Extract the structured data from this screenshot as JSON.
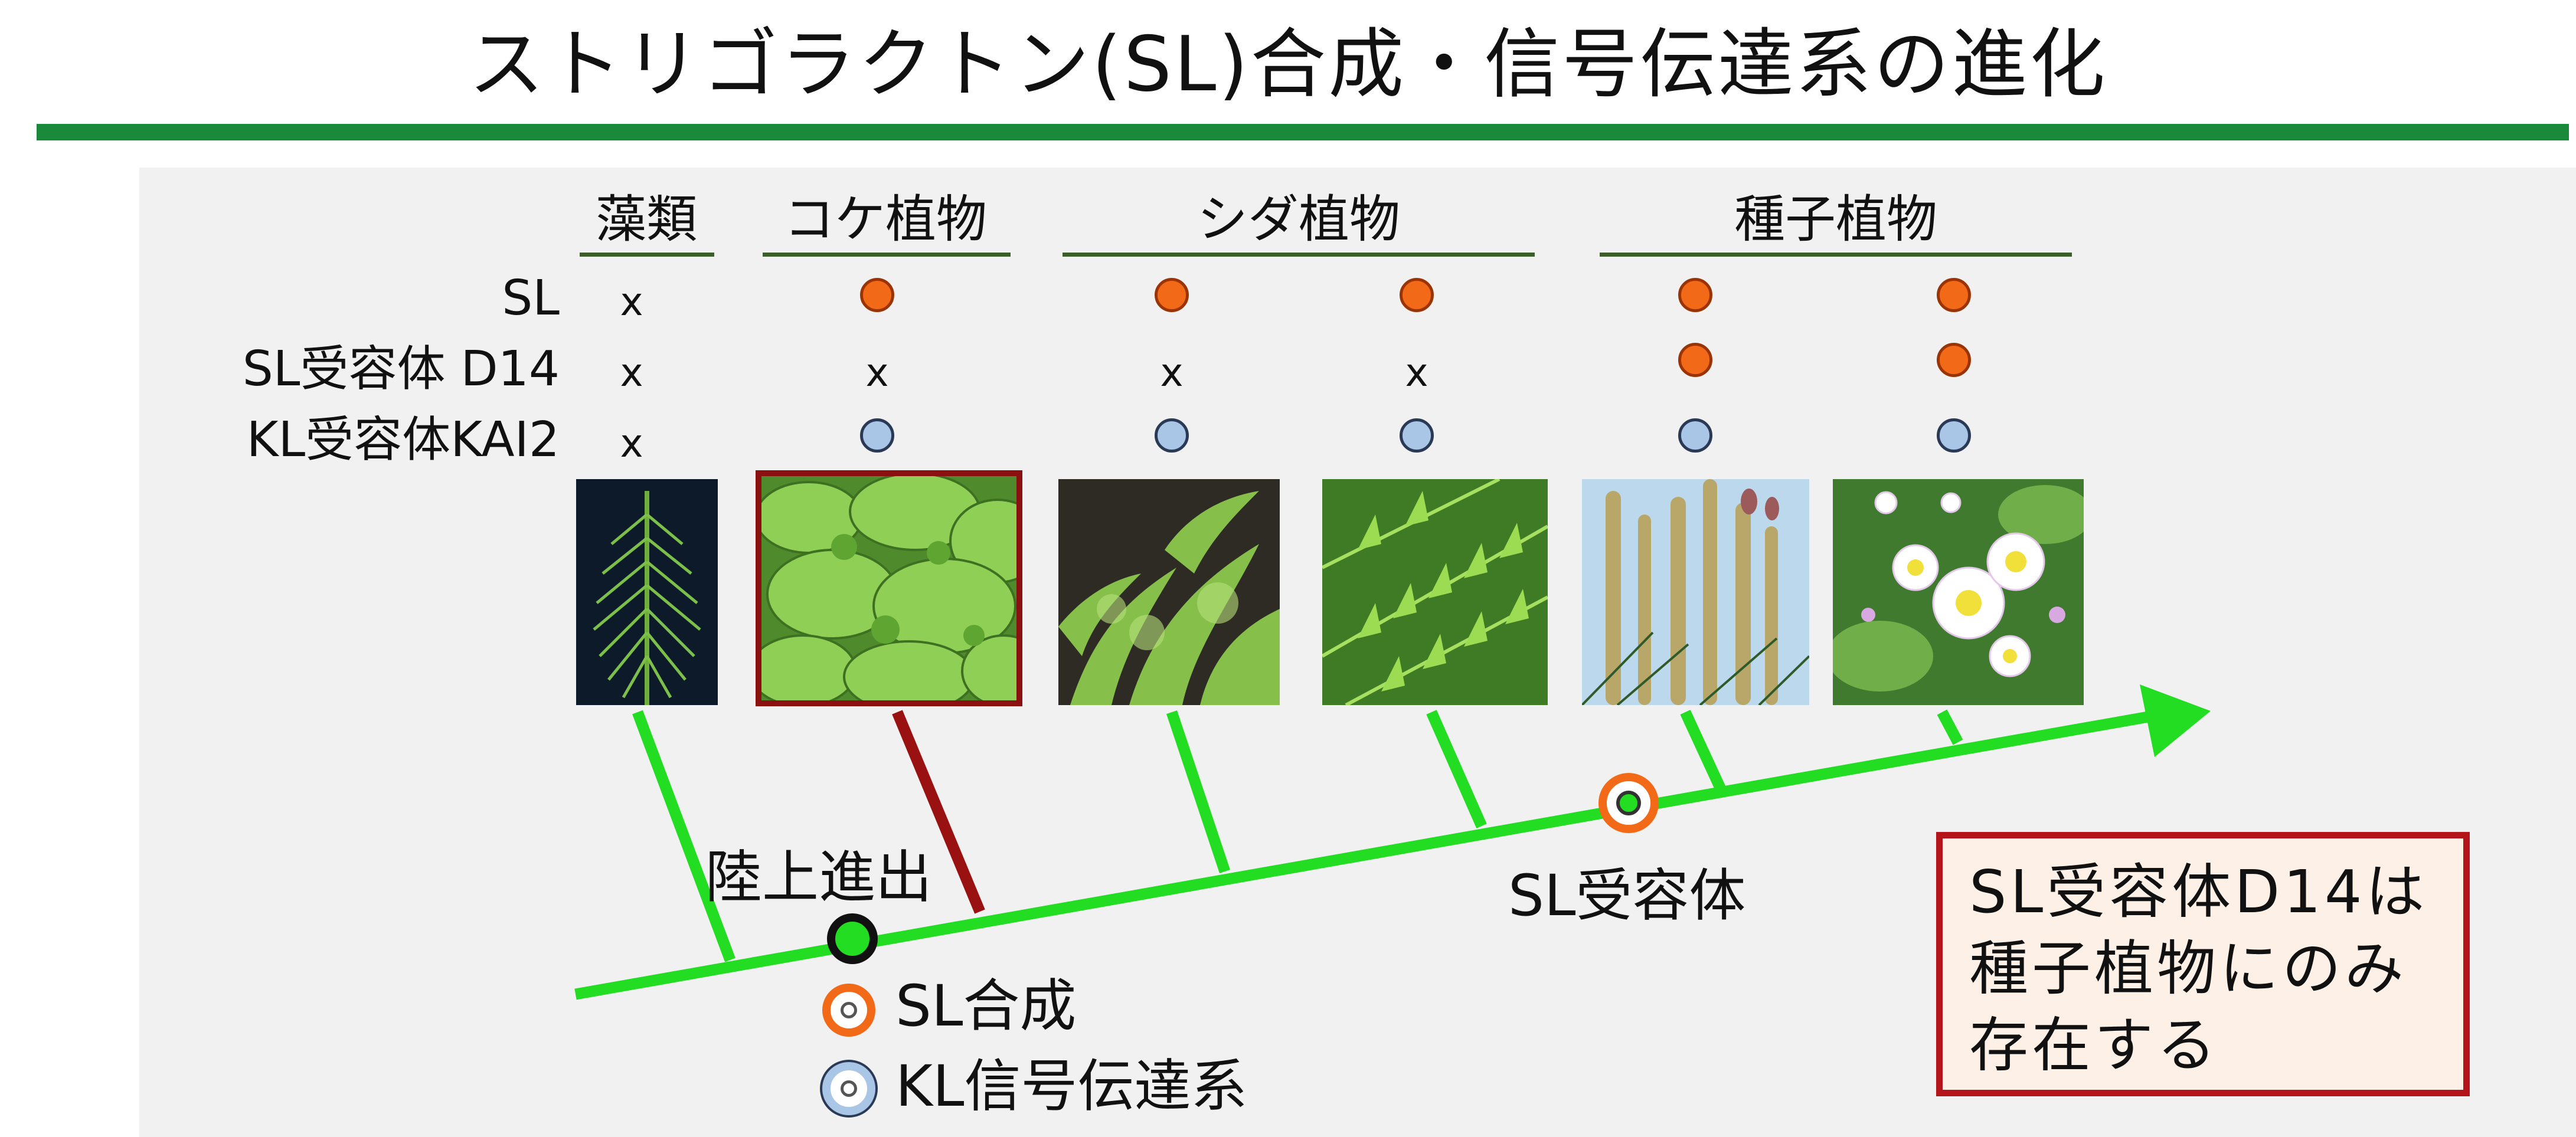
{
  "title": "ストリゴラクトン(SL)合成・信号伝達系の進化",
  "groups": {
    "algae": "藻類",
    "moss": "コケ植物",
    "fern": "シダ植物",
    "seed": "種子植物"
  },
  "rows": {
    "sl": "SL",
    "d14": "SL受容体 D14",
    "kai2": "KL受容体KAI2"
  },
  "cells": {
    "algae": {
      "sl": "x",
      "d14": "x",
      "kai2": "x"
    },
    "moss": {
      "d14": "x"
    },
    "fern1": {
      "d14": "x"
    },
    "fern2": {
      "d14": "x"
    }
  },
  "annotations": {
    "land": "陸上進出",
    "receptor": "SL受容体"
  },
  "legend": {
    "sl_synthesis": "SL合成",
    "kl_signaling": "KL信号伝達系"
  },
  "note": {
    "line1": "SL受容体D14は",
    "line2": "種子植物にのみ",
    "line3": "存在する"
  },
  "colors": {
    "title_rule": "#1a8a3a",
    "tree_branch": "#22dd22",
    "moss_branch": "#991111",
    "sl_dot": "#f26a17",
    "kl_dot": "#a9c6e6",
    "note_border": "#b3151a"
  },
  "icons": [
    "sl-dot",
    "kl-dot",
    "ring-marker",
    "arrow-head"
  ]
}
